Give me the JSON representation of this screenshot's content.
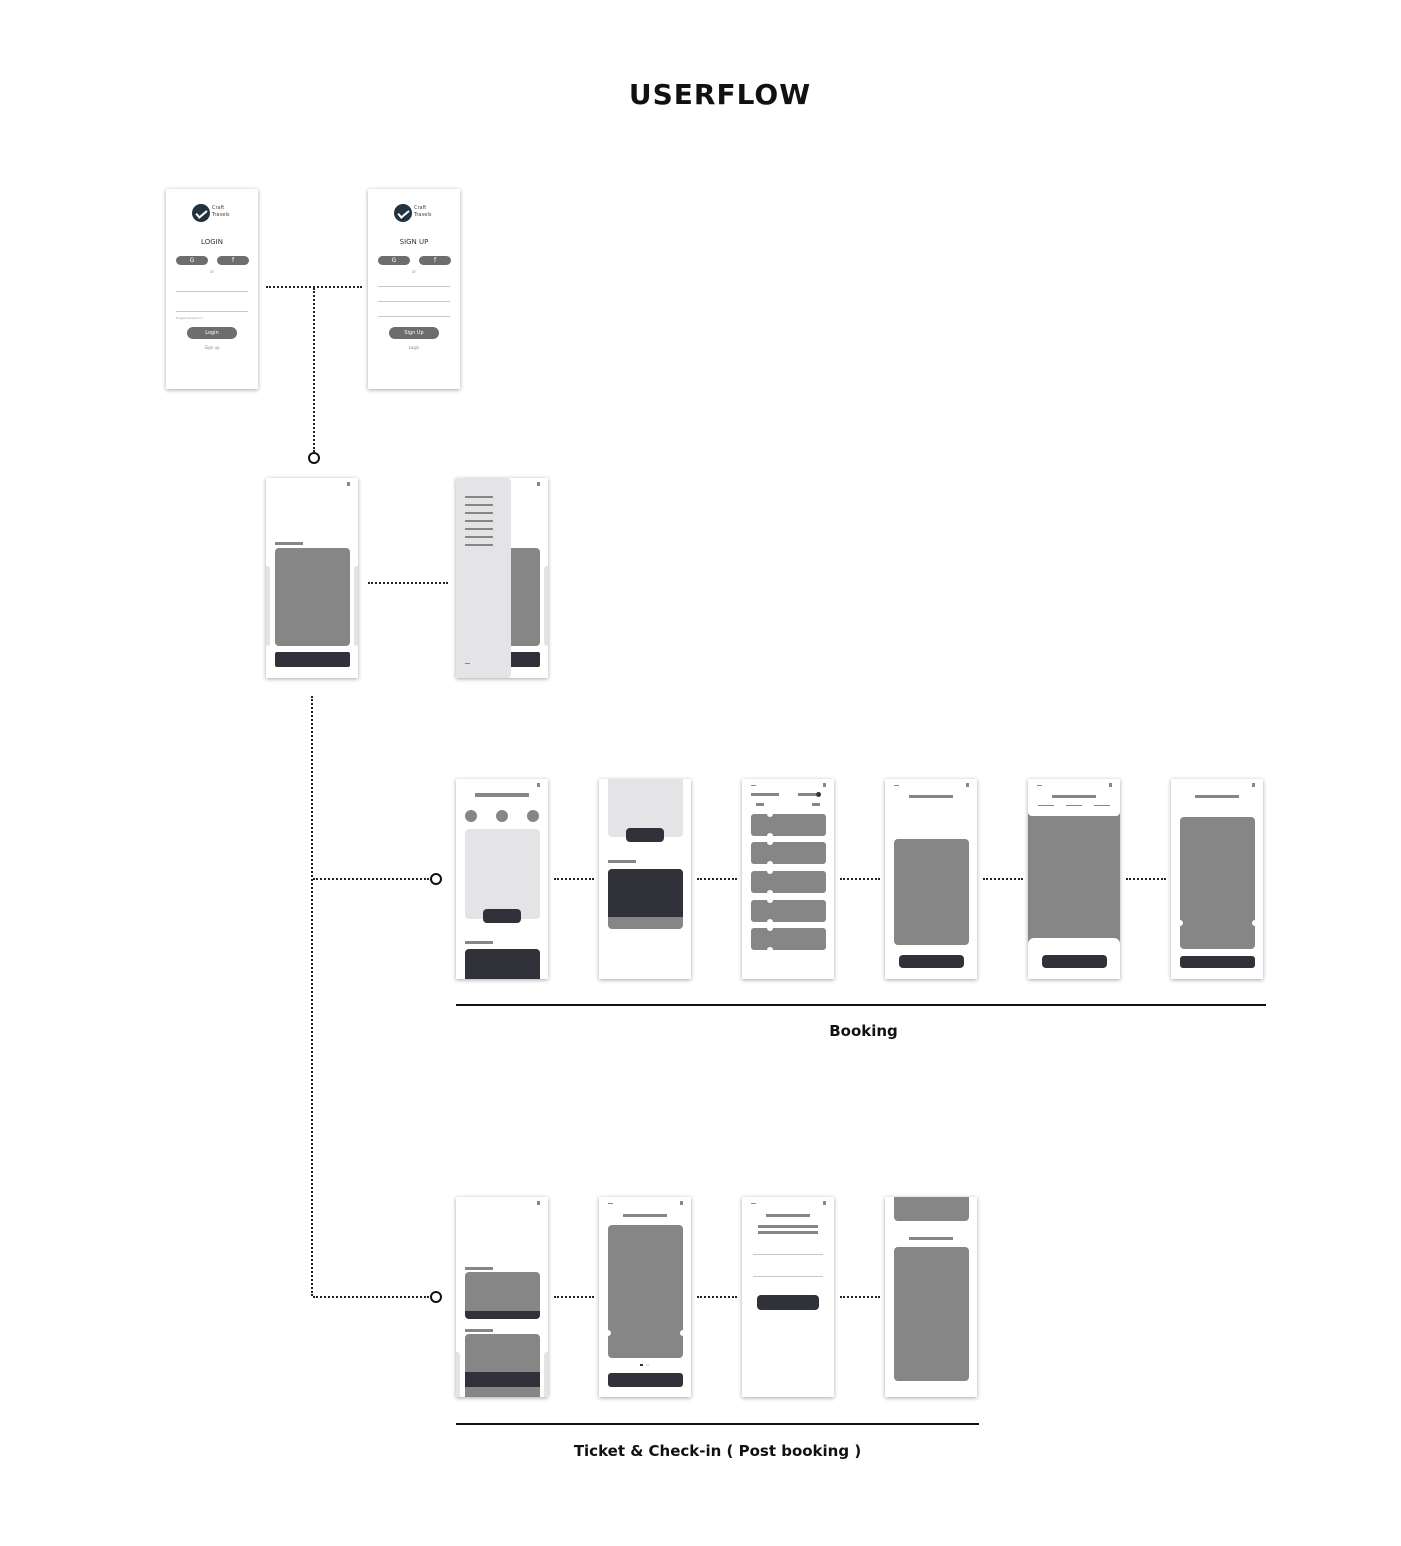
{
  "title": "USERFLOW",
  "login": {
    "brand_line1": "Craft",
    "brand_line2": "Travels",
    "heading": "LOGIN",
    "google": "G",
    "facebook": "f",
    "or": "or",
    "forgot": "Forgot password ?",
    "button": "Login",
    "link": "Sign up"
  },
  "signup": {
    "brand_line1": "Craft",
    "brand_line2": "Travels",
    "heading": "SIGN UP",
    "google": "G",
    "facebook": "f",
    "or": "or",
    "button": "Sign Up",
    "link": "Login"
  },
  "sections": {
    "booking": "Booking",
    "ticket": "Ticket & Check-in ( Post booking )"
  }
}
